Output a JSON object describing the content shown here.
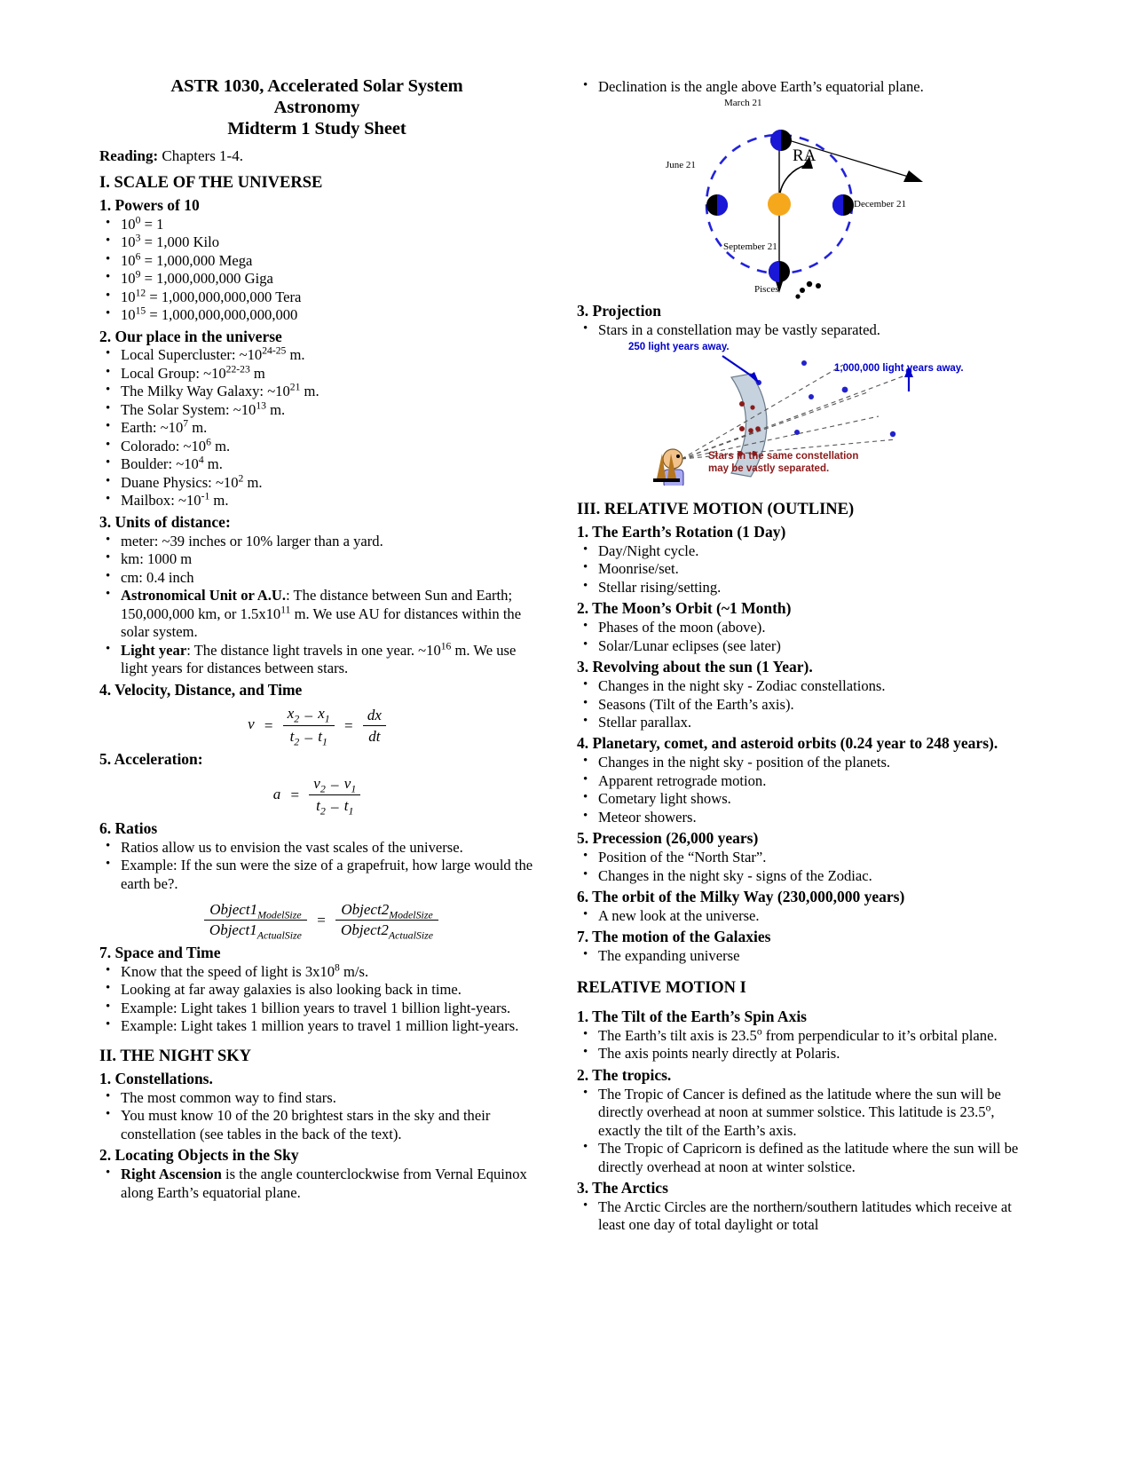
{
  "document": {
    "title_line1": "ASTR 1030, Accelerated Solar System",
    "title_line2": "Astronomy",
    "title_line3": "Midterm 1 Study Sheet",
    "reading_label": "Reading:",
    "reading_value": "Chapters 1-4."
  },
  "left": {
    "section1_heading": "I. SCALE OF THE UNIVERSE",
    "sub1_heading": "1. Powers of 10",
    "powers": [
      {
        "exp": "0",
        "value": "= 1",
        "prefix": ""
      },
      {
        "exp": "3",
        "value": "= 1,000",
        "prefix": "Kilo"
      },
      {
        "exp": "6",
        "value": "= 1,000,000",
        "prefix": "Mega"
      },
      {
        "exp": "9",
        "value": "= 1,000,000,000",
        "prefix": "Giga"
      },
      {
        "exp": "12",
        "value": "= 1,000,000,000,000",
        "prefix": "Tera"
      },
      {
        "exp": "15",
        "value": "= 1,000,000,000,000,000",
        "prefix": ""
      }
    ],
    "sub2_heading": "2. Our place in the universe",
    "places": [
      {
        "label": "Local Supercluster:",
        "approx": "~10",
        "exp": "24-25",
        "unit": "m."
      },
      {
        "label": "Local Group:",
        "approx": "~10",
        "exp": "22-23",
        "unit": "m"
      },
      {
        "label": "The Milky Way Galaxy:",
        "approx": "~10",
        "exp": "21",
        "unit": "m."
      },
      {
        "label": "The Solar System:",
        "approx": "~10",
        "exp": "13",
        "unit": "m."
      },
      {
        "label": "Earth:",
        "approx": "~10",
        "exp": "7",
        "unit": "m."
      },
      {
        "label": "Colorado:",
        "approx": "~10",
        "exp": "6",
        "unit": "m."
      },
      {
        "label": "Boulder:",
        "approx": "~10",
        "exp": "4",
        "unit": "m."
      },
      {
        "label": "Duane Physics:",
        "approx": "~10",
        "exp": "2",
        "unit": "m."
      },
      {
        "label": "Mailbox:",
        "approx": "~10",
        "exp": "-1",
        "unit": "m."
      }
    ],
    "sub3_heading": "3. Units of distance:",
    "units": {
      "meter": "meter: ~39 inches or 10% larger than a yard.",
      "km": "km: 1000 m",
      "cm": "cm: 0.4 inch",
      "au_label": "Astronomical Unit or A.U.",
      "au_text_a": ": The distance between Sun and Earth; 150,000,000 km, or 1.5x10",
      "au_exp": "11",
      "au_text_b": " m. We use AU for distances within the solar system.",
      "ly_label": "Light year",
      "ly_text_a": ": The distance light travels in one year. ~10",
      "ly_exp": "16",
      "ly_text_b": " m. We use light years for distances between stars."
    },
    "sub4_heading": "4. Velocity, Distance, and Time",
    "eq_velocity": {
      "lhs": "v",
      "eq1": "=",
      "num1": "x",
      "num1_sub": "2",
      "num1_op": "–",
      "num1b": "x",
      "num1b_sub": "1",
      "den1": "t",
      "den1_sub": "2",
      "den1_op": "–",
      "den1b": "t",
      "den1b_sub": "1",
      "eq2": "=",
      "num2": "dx",
      "den2": "dt"
    },
    "sub5_heading": "5. Acceleration:",
    "eq_acceleration": {
      "lhs": "a",
      "eq1": "=",
      "num1": "v",
      "num1_sub": "2",
      "num1_op": "–",
      "num1b": "v",
      "num1b_sub": "1",
      "den1": "t",
      "den1_sub": "2",
      "den1_op": "–",
      "den1b": "t",
      "den1b_sub": "1"
    },
    "sub6_heading": "6. Ratios",
    "ratios_bullets": [
      "Ratios allow us to envision the vast scales of the universe.",
      "Example: If the sun were the size of a grapefruit, how large would the earth be?."
    ],
    "eq_ratio": {
      "n1": "Object1",
      "n1_sub": "ModelSize",
      "d1": "Object1",
      "d1_sub": "ActualSize",
      "eq": "=",
      "n2": "Object2",
      "n2_sub": "ModelSize",
      "d2": "Object2",
      "d2_sub": "ActualSize"
    },
    "sub7_heading": "7. Space and Time",
    "space_time": {
      "b1_a": "Know that the speed of light is 3x10",
      "b1_exp": "8",
      "b1_b": " m/s.",
      "b2": "Looking at far away galaxies is also looking back in time.",
      "b3": "Example: Light takes 1 billion years to travel 1 billion light-years.",
      "b4": "Example: Light takes 1 million years to travel 1 million light-years."
    },
    "section2_heading": "II. THE NIGHT SKY",
    "night_sub1": "1. Constellations.",
    "night_bullets": [
      "The most common way to find stars.",
      "You must know 10 of the 20 brightest stars in the sky and their constellation (see tables in the back of the text)."
    ],
    "night_sub2": "2. Locating Objects in the Sky",
    "ra_label": "Right Ascension",
    "ra_text": " is the angle counterclockwise from Vernal Equinox along Earth’s equatorial plane."
  },
  "right": {
    "declination_bullet": "Declination is the angle above Earth’s equatorial plane.",
    "orbit_figure": {
      "march": "March 21",
      "june": "June 21",
      "december": "December 21",
      "september": "September 21",
      "pisces": "Pisces",
      "ra": "RA",
      "sun_color": "#F5A81C",
      "earth_blue": "#1A17D6",
      "orbit_color": "#2222DD"
    },
    "projection_heading": "3. Projection",
    "projection_bullet": "Stars in a constellation may be vastly separated.",
    "projection_figure": {
      "label_250": "250 light years away.",
      "label_million": "1,000,000 light years away.",
      "caption_line1": "Stars in the same constellation",
      "caption_line2": "may be vastly separated.",
      "blue": "#0000CC",
      "dark_red": "#8B1A1A",
      "dome_fill": "#C6D2DE",
      "skin": "#F2C28B",
      "shirt": "#A9A9F0",
      "pants": "#B5761F"
    },
    "section3_heading": "III. RELATIVE MOTION (OUTLINE)",
    "rm_sub1": "1. The Earth’s Rotation (1 Day)",
    "rm_b1": [
      "Day/Night cycle.",
      "Moonrise/set.",
      "Stellar rising/setting."
    ],
    "rm_sub2": "2. The Moon’s Orbit (~1 Month)",
    "rm_b2": [
      "Phases of the moon (above).",
      "Solar/Lunar eclipses (see later)"
    ],
    "rm_sub3": "3. Revolving about the sun (1 Year).",
    "rm_b3": [
      "Changes in the night sky - Zodiac constellations.",
      "Seasons (Tilt of the Earth’s axis).",
      "Stellar parallax."
    ],
    "rm_sub4": "4. Planetary, comet, and asteroid orbits (0.24 year to 248 years).",
    "rm_b4": [
      "Changes in the night sky - position of the planets.",
      "Apparent retrograde motion.",
      "Cometary light shows.",
      "Meteor showers."
    ],
    "rm_sub5": "5. Precession (26,000 years)",
    "rm_b5": [
      "Position of the “North Star”.",
      "Changes in the night sky - signs of the Zodiac."
    ],
    "rm_sub6": "6. The orbit of the Milky Way (230,000,000 years)",
    "rm_b6": [
      "A new look at the universe."
    ],
    "rm_sub7": "7. The motion of the Galaxies",
    "rm_b7": [
      "The expanding universe"
    ],
    "section4_heading": "RELATIVE MOTION I",
    "rmi_sub1": "1. The Tilt of the Earth’s Spin Axis",
    "rmi_b1_a": "The Earth’s tilt axis is 23.5",
    "rmi_b1_sup": "o",
    "rmi_b1_b": " from perpendicular to it’s orbital plane.",
    "rmi_b1_2": "The axis points nearly directly at Polaris.",
    "rmi_sub2": "2. The tropics.",
    "rmi_cancer_a": "The Tropic of Cancer is defined as the latitude where the sun will be directly overhead at noon at summer solstice. This latitude is 23.5",
    "rmi_cancer_sup": "o",
    "rmi_cancer_b": ", exactly the tilt of the Earth’s axis.",
    "rmi_capricorn": "The Tropic of Capricorn is defined as the latitude where the sun will be directly overhead at noon at winter solstice.",
    "rmi_sub3": "3. The Arctics",
    "rmi_arctic": "The Arctic Circles are the northern/southern latitudes which receive at least one day of total daylight or total"
  }
}
